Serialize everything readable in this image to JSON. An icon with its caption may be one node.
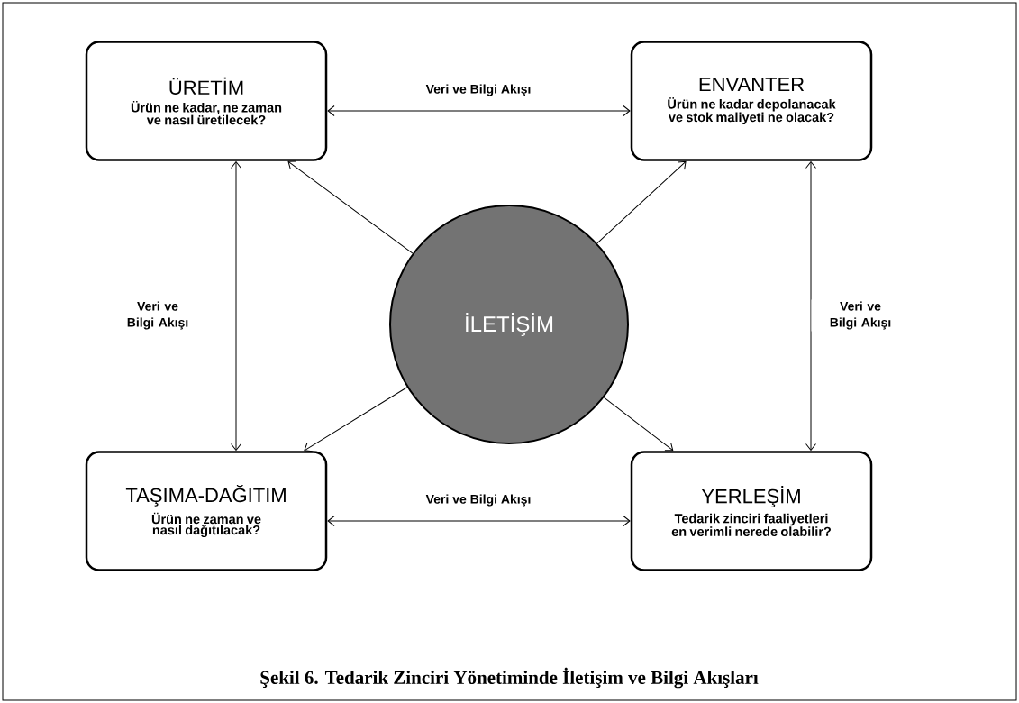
{
  "diagram": {
    "caption": "Şekil 6. Tedarik Zinciri Yönetiminde İletişim ve Bilgi Akışları",
    "nodes": [
      {
        "text": [
          "ÜRETİM",
          "Ürün ne kadar, ne zaman ve nasıl üretilecek?"
        ]
      },
      {
        "text": [
          "ENVANTER",
          "Ürün ne kadar depolanacak ve stok maliyeti ne olacak?"
        ]
      },
      {
        "text": [
          "İLETİŞİM"
        ]
      },
      {
        "text": [
          "TAŞIMA-DAĞITIM",
          "Ürün ne zaman ve nasıl dağıtılacak?"
        ]
      },
      {
        "text": [
          "YERLEŞİM",
          "Tedarik zinciri faaliyetleri en verimli nerede olabilir?"
        ]
      }
    ],
    "edges": [
      {
        "from": 0,
        "to": 1,
        "arrow": "both",
        "label": "Veri ve Bilgi Akışı"
      },
      {
        "from": 0,
        "to": 3,
        "arrow": "both",
        "label": "Veri ve Bilgi Akışı"
      },
      {
        "from": 1,
        "to": 4,
        "arrow": "both",
        "label": "Veri ve Bilgi Akışı"
      },
      {
        "from": 3,
        "to": 4,
        "arrow": "both",
        "label": "Veri ve Bilgi Akışı"
      },
      {
        "from": 2,
        "to": 0,
        "arrow": "to"
      },
      {
        "from": 2,
        "to": 1,
        "arrow": "to"
      },
      {
        "from": 2,
        "to": 3,
        "arrow": "to"
      },
      {
        "from": 2,
        "to": 4,
        "arrow": "to"
      }
    ]
  }
}
